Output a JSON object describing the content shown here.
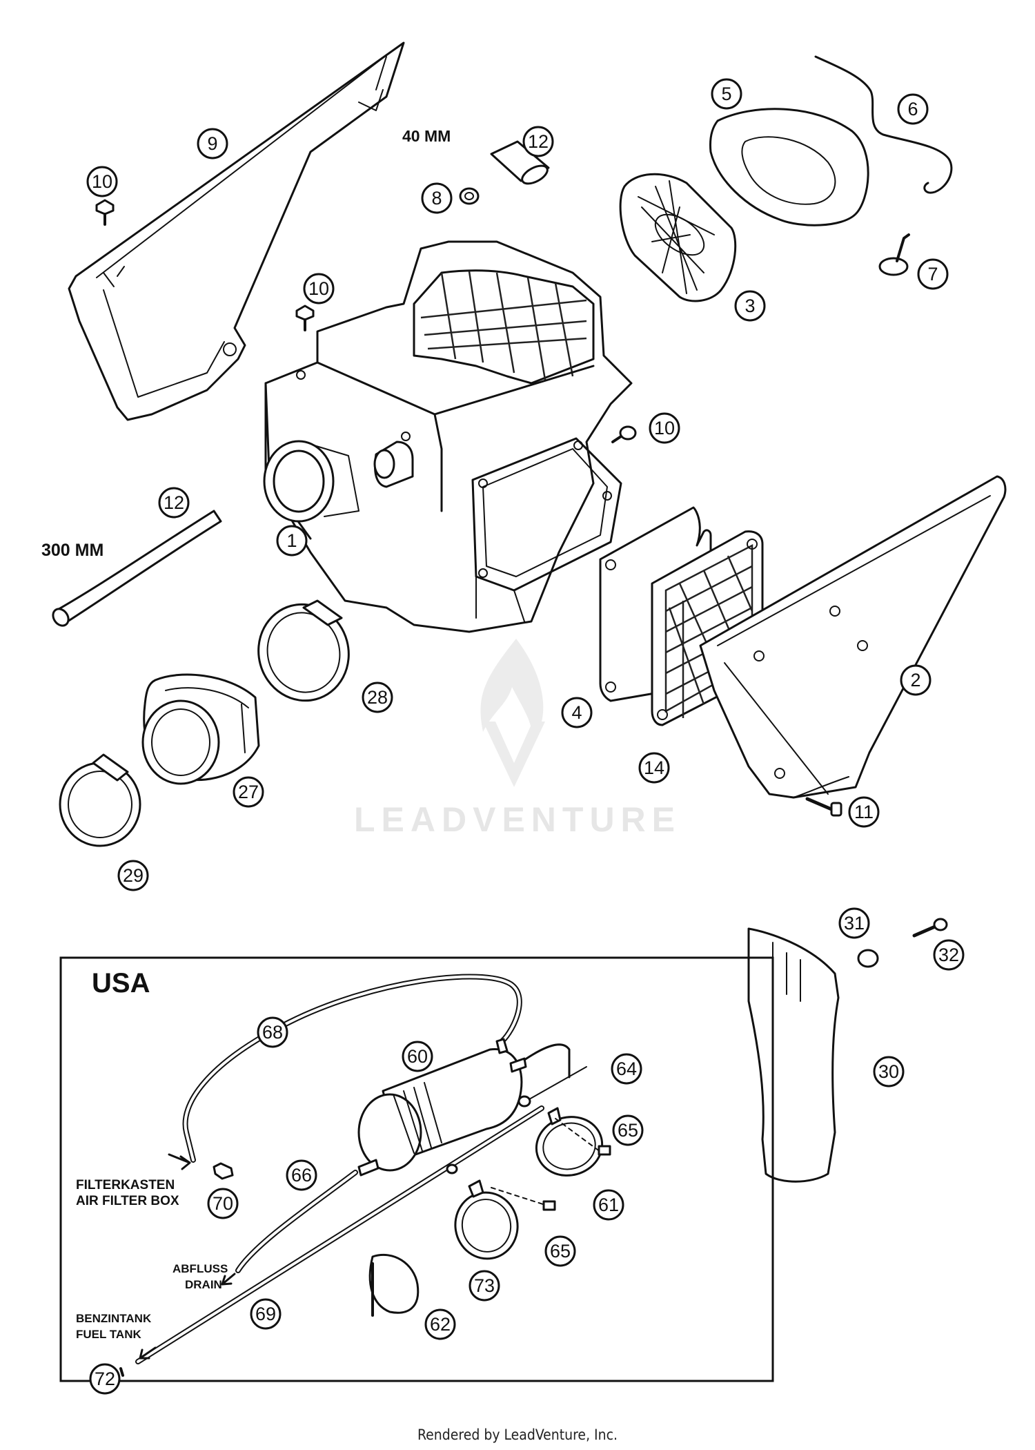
{
  "labels": {
    "len_40mm": "40 MM",
    "len_300mm": "300 MM",
    "usa": "USA",
    "filterkasten": "FILTERKASTEN",
    "air_filter_box": "AIR FILTER BOX",
    "abfluss": "ABFLUSS",
    "drain": "DRAIN",
    "benzintank": "BENZINTANK",
    "fuel_tank": "FUEL TANK"
  },
  "callouts": {
    "c1": "1",
    "c2": "2",
    "c3": "3",
    "c4": "4",
    "c5": "5",
    "c6": "6",
    "c7": "7",
    "c8": "8",
    "c9": "9",
    "c10a": "10",
    "c10b": "10",
    "c10c": "10",
    "c11": "11",
    "c12a": "12",
    "c12b": "12",
    "c14": "14",
    "c27": "27",
    "c28": "28",
    "c29": "29",
    "c30": "30",
    "c31": "31",
    "c32": "32",
    "c60": "60",
    "c61": "61",
    "c62": "62",
    "c64": "64",
    "c65a": "65",
    "c65b": "65",
    "c66": "66",
    "c68": "68",
    "c69": "69",
    "c70": "70",
    "c72": "72",
    "c73": "73"
  },
  "watermark": "LEADVENTURE",
  "footer": "Rendered by LeadVenture, Inc."
}
